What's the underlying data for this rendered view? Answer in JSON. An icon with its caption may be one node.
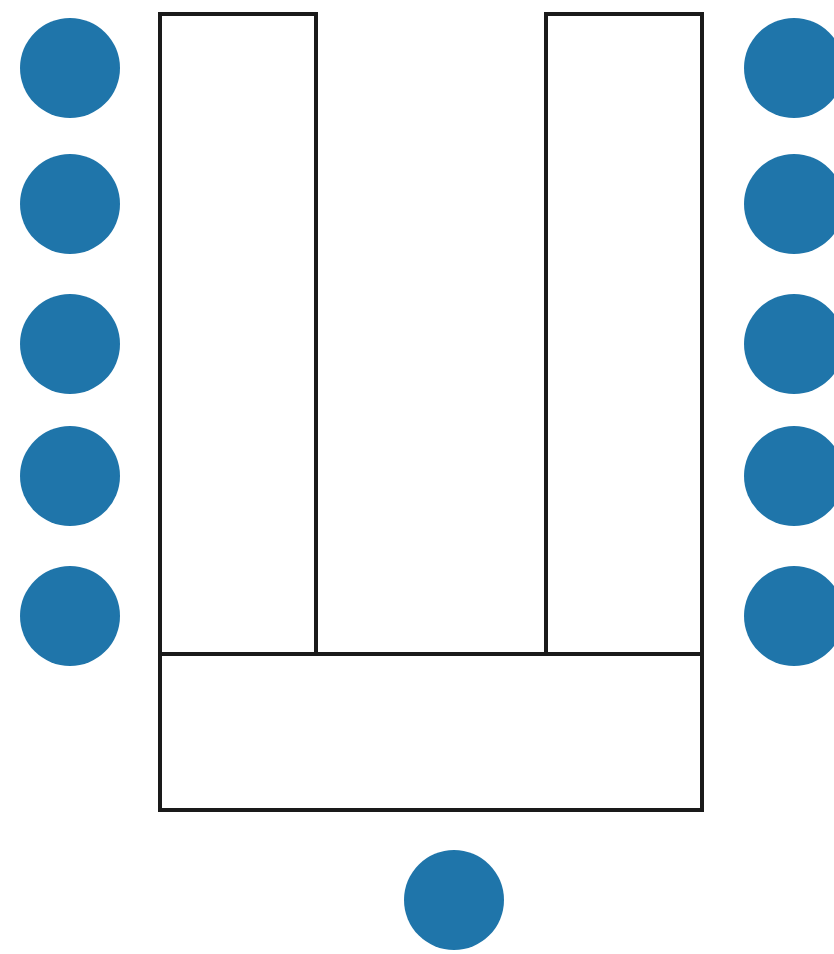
{
  "diagram": {
    "nodes": [
      {
        "text": [],
        "shape": "box"
      },
      {
        "text": [],
        "shape": "box"
      },
      {
        "text": [],
        "shape": "box"
      },
      {
        "text": [],
        "shape": "circle"
      },
      {
        "text": [],
        "shape": "circle"
      },
      {
        "text": [],
        "shape": "circle"
      },
      {
        "text": [],
        "shape": "circle"
      },
      {
        "text": [],
        "shape": "circle"
      },
      {
        "text": [],
        "shape": "circle"
      },
      {
        "text": [],
        "shape": "circle"
      },
      {
        "text": [],
        "shape": "circle"
      },
      {
        "text": [],
        "shape": "circle"
      },
      {
        "text": [],
        "shape": "circle"
      },
      {
        "text": [],
        "shape": "circle"
      }
    ]
  }
}
